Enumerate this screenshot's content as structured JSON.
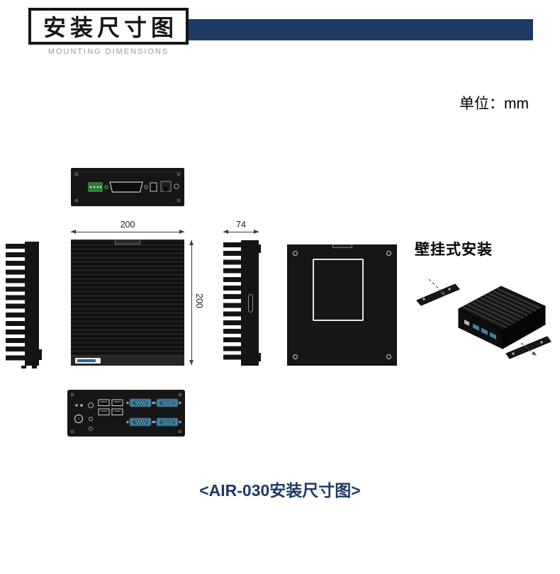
{
  "header": {
    "title_cn": "安装尺寸图",
    "title_en": "MOUNTING DIMENSIONS"
  },
  "unit_label": "单位：mm",
  "views": {
    "front": {
      "width_label": "200",
      "height_label": "200"
    },
    "side": {
      "depth_label": "74"
    }
  },
  "wall_mount": {
    "label": "壁挂式安装"
  },
  "caption": "<AIR-030安装尺寸图>",
  "colors": {
    "header_bar": "#1d3c63",
    "caption_text": "#1b3a66",
    "device_body": "#161616",
    "serial_port": "#3f7f9f",
    "terminal_block": "#2e7d32"
  }
}
